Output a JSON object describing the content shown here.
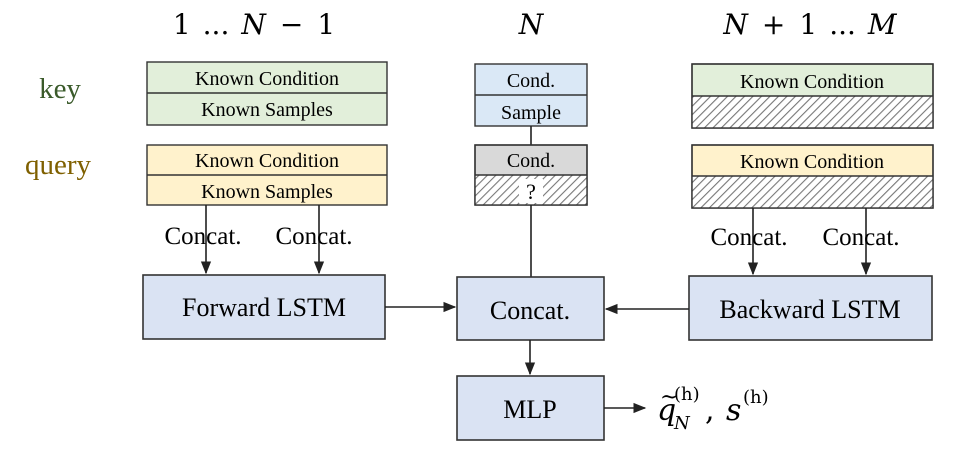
{
  "column_headers": {
    "col1_start": "1",
    "col1_dots": "...",
    "col1_n": "N",
    "col1_op": "−",
    "col1_end": "1",
    "col2": "N",
    "col3_n": "N",
    "col3_op": "+",
    "col3_one": "1",
    "col3_dots": "...",
    "col3_m": "M"
  },
  "row_labels": {
    "key": "key",
    "query": "query"
  },
  "column1": {
    "key_condition": "Known Condition",
    "key_samples": "Known Samples",
    "query_condition": "Known Condition",
    "query_samples": "Known Samples",
    "concat_left": "Concat.",
    "concat_right": "Concat.",
    "lstm": "Forward LSTM"
  },
  "column2": {
    "key_condition": "Cond.",
    "key_sample": "Sample",
    "query_condition": "Cond.",
    "query_unknown": "?"
  },
  "column3": {
    "key_condition": "Known Condition",
    "query_condition": "Known Condition",
    "concat_left": "Concat.",
    "concat_right": "Concat.",
    "lstm": "Backward LSTM"
  },
  "center": {
    "concat": "Concat.",
    "mlp": "MLP"
  },
  "output": {
    "q_symbol": "q",
    "tilde": "~",
    "q_superscript": "(h)",
    "q_subscript": "N",
    "comma": ",",
    "s_symbol": "s",
    "s_superscript": "(h)"
  },
  "colors": {
    "key_green": "#e2efda",
    "key_blue": "#dae8f6",
    "query_yellow": "#fff2cc",
    "query_gray": "#d9d9d9",
    "block_blue": "#dae3f3",
    "key_label": "#3a5a2a",
    "query_label": "#7f6000",
    "line": "#333333"
  }
}
